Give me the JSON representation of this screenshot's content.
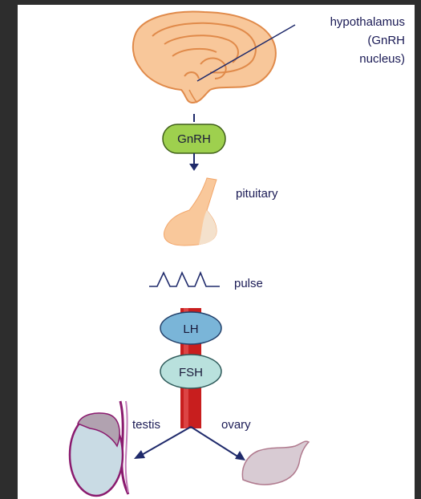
{
  "labels": {
    "hypothalamus_line1": "hypothalamus",
    "hypothalamus_line2": "(GnRH",
    "hypothalamus_line3": "nucleus)",
    "gnrh": "GnRH",
    "pituitary": "pituitary",
    "pulse": "pulse",
    "lh": "LH",
    "fsh": "FSH",
    "testis": "testis",
    "ovary": "ovary"
  },
  "colors": {
    "background": "#2b2b2b",
    "panel": "#ffffff",
    "brain_fill": "#f8c79a",
    "brain_stroke": "#e08a4a",
    "gnrh_fill": "#9ed04e",
    "pituitary_fill": "#f9c89b",
    "pituitary_light": "#f4e1cc",
    "lh_fill": "#7ab5d8",
    "fsh_fill": "#b9e1dd",
    "stalk_red": "#c81e1e",
    "arrow_navy": "#1f2a6b",
    "testis_fill": "#c9dbe4",
    "testis_stroke": "#8a1a6e",
    "epididymis_fill": "#b1a2b0",
    "ovary_fill": "#d8cbd3",
    "ovary_stroke": "#b07a8e",
    "text": "#1a1a55"
  },
  "icons": {
    "brain": "hypothalamus-brain-icon",
    "pituitary": "pituitary-gland-icon",
    "pulse": "pulse-wave-icon",
    "testis": "testis-icon",
    "ovary": "ovary-icon"
  }
}
